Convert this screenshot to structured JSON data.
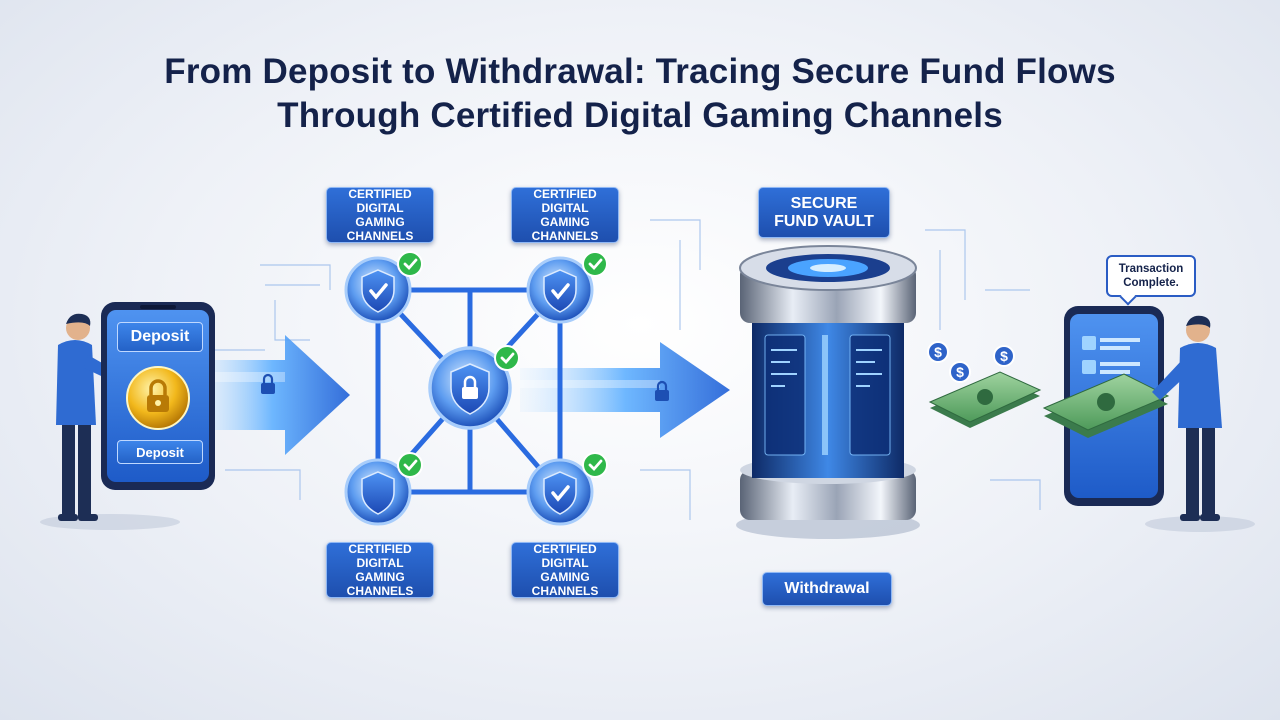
{
  "title": {
    "line1": "From Deposit to Withdrawal: Tracing Secure Fund Flows",
    "line2": "Through Certified Digital Gaming Channels"
  },
  "certified_labels": [
    {
      "line1": "CERTIFIED",
      "line2": "DIGITAL GAMING",
      "line3": "CHANNELS"
    },
    {
      "line1": "CERTIFIED",
      "line2": "DIGITAL GAMING",
      "line3": "CHANNELS"
    },
    {
      "line1": "CERTIFIED",
      "line2": "DIGITAL GAMING",
      "line3": "CHANNELS"
    },
    {
      "line1": "CERTIFIED",
      "line2": "DIGITAL GAMING",
      "line3": "CHANNELS"
    }
  ],
  "vault": {
    "line1": "SECURE",
    "line2": "FUND VAULT"
  },
  "withdrawal_label": "Withdrawal",
  "phone_left": {
    "header": "Deposit",
    "button": "Deposit"
  },
  "transaction_bubble": {
    "line1": "Transaction",
    "line2": "Complete."
  },
  "colors": {
    "navy": "#14224a",
    "accent": "#2a6be0",
    "glow": "#9fd3ff",
    "check": "#2fb84a",
    "cash": "#4e9a5a"
  }
}
